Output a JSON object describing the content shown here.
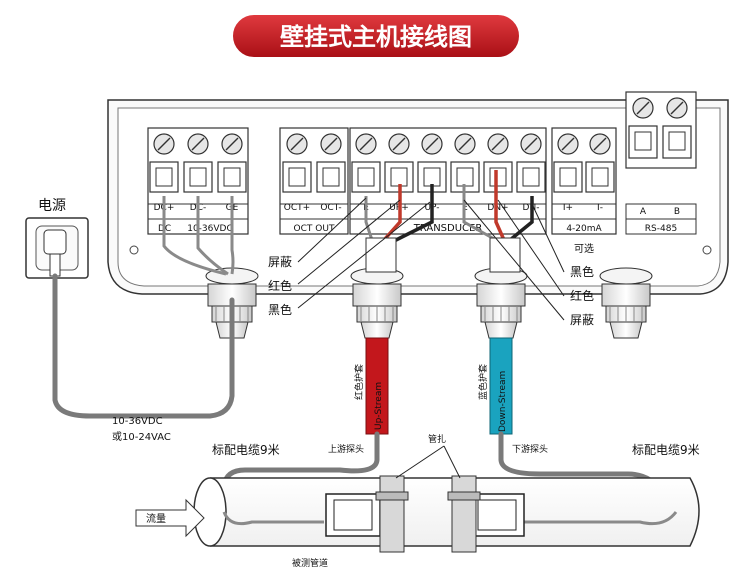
{
  "title": "壁挂式主机接线图",
  "power": {
    "label": "电源",
    "voltage_line1": "10-36VDC",
    "voltage_line2": "或10-24VAC"
  },
  "terminals": {
    "dc": {
      "pins": [
        "DC+",
        "DC-",
        "GE"
      ],
      "footer_left": "DC",
      "footer_right": "10-36VDC"
    },
    "oct": {
      "pins": [
        "OCT+",
        "OCT-"
      ],
      "footer": "OCT  OUT"
    },
    "transducer": {
      "pins": [
        "E",
        "UP+",
        "UP-",
        "E",
        "DN+",
        "DN-"
      ],
      "footer": "TRANSDUCER"
    },
    "current": {
      "pins": [
        "I+",
        "I-"
      ],
      "footer": "4-20mA"
    },
    "rs485": {
      "pins": [
        "A",
        "B"
      ],
      "footer": "RS-485"
    },
    "optional": "可选"
  },
  "wire_labels_left": [
    "屏蔽",
    "红色",
    "黑色"
  ],
  "wire_labels_right": [
    "黑色",
    "红色",
    "屏蔽"
  ],
  "sleeves": {
    "red": {
      "text_cn": "红色护套",
      "text_en": "Up-Stream"
    },
    "blue": {
      "text_cn": "蓝色护套",
      "text_en": "Down-Stream"
    }
  },
  "cable_left": "标配电缆9米",
  "cable_right": "标配电缆9米",
  "probe_up": "上游探头",
  "probe_down": "下游探头",
  "clamp": "管扎",
  "flow": "流量",
  "pipe": "被测管道",
  "colors": {
    "title_bg": "#c8161d",
    "red_sleeve": "#c3171c",
    "blue_sleeve": "#1aa3bf",
    "wire_red": "#c0392b",
    "wire_gray": "#7a7a7a"
  }
}
